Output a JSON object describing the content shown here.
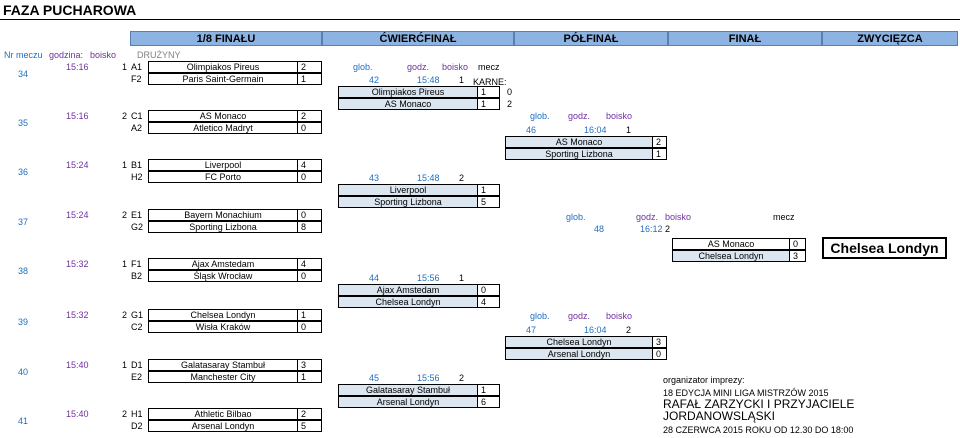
{
  "page": {
    "title": "FAZA PUCHAROWA",
    "headers": [
      "1/8 FINAŁU",
      "ĆWIERĆFINAŁ",
      "PÓŁFINAŁ",
      "FINAŁ",
      "ZWYCIĘZCA"
    ],
    "sub_headers": {
      "match_no": "Nr meczu",
      "time": "godzina:",
      "field": "boisko",
      "teams": "DRUŻYNY"
    },
    "match_numbers": [
      "34",
      "35",
      "36",
      "37",
      "38",
      "39",
      "40",
      "41"
    ],
    "info_labels": {
      "glob": "glob.",
      "godz": "godz.",
      "boisko": "boisko",
      "mecz": "mecz",
      "karne": "KARNE:"
    }
  },
  "r16": [
    {
      "time": "15:16",
      "field": "1",
      "c1": "A1",
      "t1": "Olimpiakos Pireus",
      "s1": "2",
      "c2": "F2",
      "t2": "Paris Saint-Germain",
      "s2": "1"
    },
    {
      "time": "15:16",
      "field": "2",
      "c1": "C1",
      "t1": "AS Monaco",
      "s1": "2",
      "c2": "A2",
      "t2": "Atletico Madryt",
      "s2": "0"
    },
    {
      "time": "15:24",
      "field": "1",
      "c1": "B1",
      "t1": "Liverpool",
      "s1": "4",
      "c2": "H2",
      "t2": "FC Porto",
      "s2": "0"
    },
    {
      "time": "15:24",
      "field": "2",
      "c1": "E1",
      "t1": "Bayern Monachium",
      "s1": "0",
      "c2": "G2",
      "t2": "Sporting Lizbona",
      "s2": "8"
    },
    {
      "time": "15:32",
      "field": "1",
      "c1": "F1",
      "t1": "Ajax Amstedam",
      "s1": "4",
      "c2": "B2",
      "t2": "Śląsk Wrocław",
      "s2": "0"
    },
    {
      "time": "15:32",
      "field": "2",
      "c1": "G1",
      "t1": "Chelsea Londyn",
      "s1": "1",
      "c2": "C2",
      "t2": "Wisła Kraków",
      "s2": "0"
    },
    {
      "time": "15:40",
      "field": "1",
      "c1": "D1",
      "t1": "Galatasaray Stambuł",
      "s1": "3",
      "c2": "E2",
      "t2": "Manchester City",
      "s2": "1"
    },
    {
      "time": "15:40",
      "field": "2",
      "c1": "H1",
      "t1": "Athletic Bilbao",
      "s1": "2",
      "c2": "D2",
      "t2": "Arsenal Londyn",
      "s2": "5"
    }
  ],
  "qf": [
    {
      "match": "42",
      "time": "15:48",
      "field": "1",
      "t1": "Olimpiakos Pireus",
      "s1": "1",
      "s1b": "0",
      "t2": "AS Monaco",
      "s2": "1",
      "s2b": "2"
    },
    {
      "match": "43",
      "time": "15:48",
      "field": "2",
      "t1": "Liverpool",
      "s1": "1",
      "t2": "Sporting Lizbona",
      "s2": "5"
    },
    {
      "match": "44",
      "time": "15:56",
      "field": "1",
      "t1": "Ajax Amstedam",
      "s1": "0",
      "t2": "Chelsea Londyn",
      "s2": "4"
    },
    {
      "match": "45",
      "time": "15:56",
      "field": "2",
      "t1": "Galatasaray Stambuł",
      "s1": "1",
      "t2": "Arsenal Londyn",
      "s2": "6"
    }
  ],
  "sf": [
    {
      "match": "46",
      "time": "16:04",
      "field": "1",
      "t1": "AS Monaco",
      "s1": "2",
      "t2": "Sporting Lizbona",
      "s2": "1"
    },
    {
      "match": "47",
      "time": "16:04",
      "field": "2",
      "t1": "Chelsea Londyn",
      "s1": "3",
      "t2": "Arsenal Londyn",
      "s2": "0"
    }
  ],
  "final": {
    "match": "48",
    "time": "16:12",
    "field": "2",
    "t1": "AS Monaco",
    "s1": "0",
    "t2": "Chelsea Londyn",
    "s2": "3"
  },
  "winner": "Chelsea Londyn",
  "organizer": {
    "label": "organizator imprezy:",
    "edition": "18 EDYCJA MINI LIGA MISTRZÓW 2015",
    "name1": "RAFAŁ ZARZYCKI I PRZYJACIELE",
    "name2": "JORDANOWSLĄSKI",
    "date": "28 CZERWCA 2015 ROKU OD 12.30 DO 18:00"
  }
}
